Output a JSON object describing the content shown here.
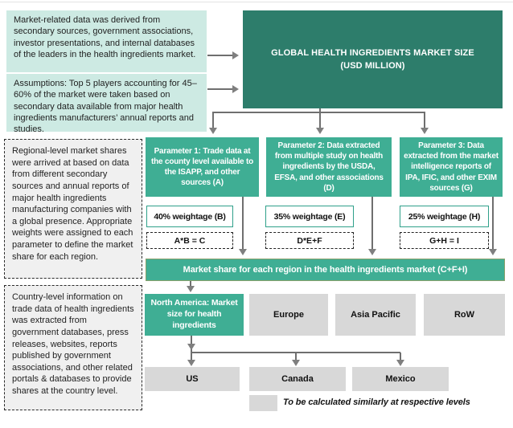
{
  "notes": {
    "secondary_data": "Market-related data was derived from secondary sources, government associations, investor presentations, and internal databases of the leaders in the health ingredients market.",
    "assumptions": "Assumptions: Top 5 players accounting for 45–60% of the market were taken based on secondary data available from major health ingredients manufacturers’ annual reports and studies.",
    "regional_method": "Regional-level market shares were arrived at based on data from different secondary sources and annual reports of major health ingredients manufacturing companies with a global presence. Appropriate weights were assigned to each parameter to define the market share for each region.",
    "country_method": "Country-level information on trade data of health ingredients was extracted from government databases, press releases, websites, reports published by government associations, and other related portals & databases to provide shares at the country level."
  },
  "root_box": {
    "line1": "GLOBAL HEALTH INGREDIENTS MARKET SIZE",
    "line2": "(USD MILLION)"
  },
  "parameters": [
    {
      "title": "Parameter 1: Trade data at the county level available to the ISAPP, and other sources (A)",
      "weightage": "40% weightage (B)",
      "formula": "A*B = C"
    },
    {
      "title": "Parameter 2: Data extracted from multiple study on health ingredients by the USDA, EFSA, and other associations (D)",
      "weightage": "35% weightage (E)",
      "formula": "D*E+F"
    },
    {
      "title": "Parameter 3: Data extracted from the market intelligence reports of IPA, IFIC, and other EXIM sources (G)",
      "weightage": "25% weightage (H)",
      "formula": "G+H = I"
    }
  ],
  "market_share_bar": "Market share for each region in the health ingredients market (C+F+I)",
  "regions": [
    {
      "label": "North America: Market size for health ingredients",
      "highlighted": true
    },
    {
      "label": "Europe",
      "highlighted": false
    },
    {
      "label": "Asia Pacific",
      "highlighted": false
    },
    {
      "label": "RoW",
      "highlighted": false
    }
  ],
  "countries": [
    {
      "label": "US"
    },
    {
      "label": "Canada"
    },
    {
      "label": "Mexico"
    }
  ],
  "legend": {
    "text": "To be calculated similarly at respective levels"
  },
  "colors": {
    "teal_dark": "#2d7d6b",
    "teal": "#3fae94",
    "teal_light": "#cdeae3",
    "gray_box": "#d8d8d8",
    "note_gray": "#f0f0f0"
  }
}
